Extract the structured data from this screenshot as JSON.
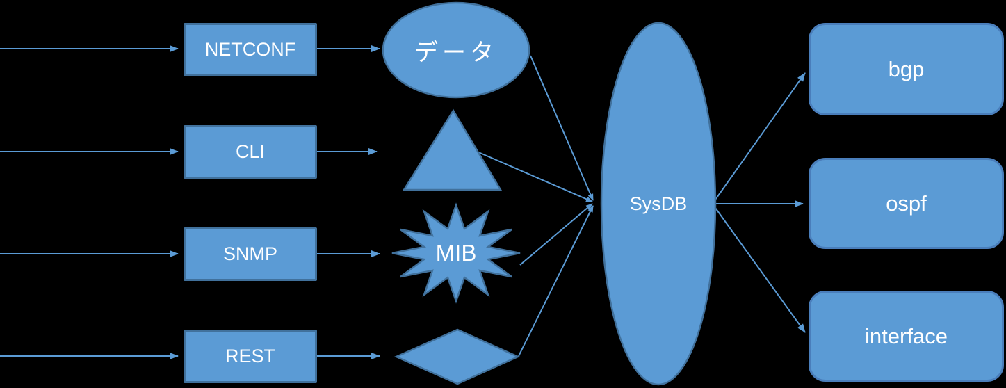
{
  "colors": {
    "background": "#000000",
    "shape_fill": "#5B9BD5",
    "shape_border": "#41719C",
    "connector": "#5B9BD5",
    "text": "#FFFFFF"
  },
  "inputs": [
    {
      "label": "NETCONF"
    },
    {
      "label": "CLI"
    },
    {
      "label": "SNMP"
    },
    {
      "label": "REST"
    }
  ],
  "middle_shapes": [
    {
      "shape": "ellipse",
      "label": "データ"
    },
    {
      "shape": "triangle",
      "label": ""
    },
    {
      "shape": "starburst",
      "label": "MIB"
    },
    {
      "shape": "diamond",
      "label": ""
    }
  ],
  "hub": {
    "shape": "tall-ellipse",
    "label": "SysDB"
  },
  "outputs": [
    {
      "label": "bgp"
    },
    {
      "label": "ospf"
    },
    {
      "label": "interface"
    }
  ]
}
